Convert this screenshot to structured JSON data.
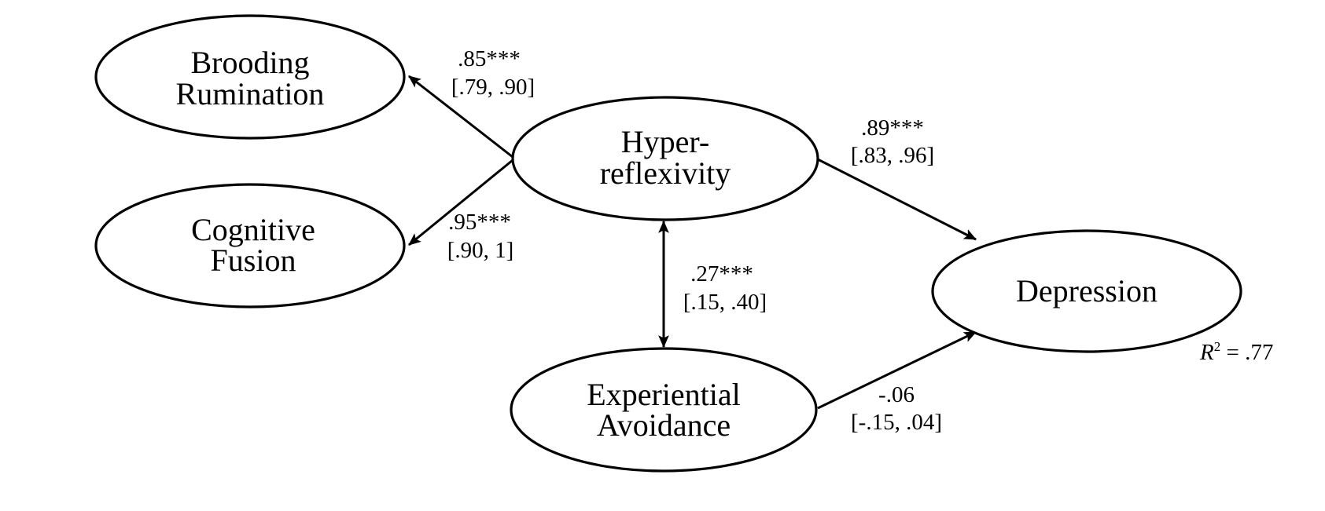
{
  "nodes": {
    "brooding_rumination": {
      "line1": "Brooding",
      "line2": "Rumination"
    },
    "cognitive_fusion": {
      "line1": "Cognitive",
      "line2": "Fusion"
    },
    "hyperreflexivity": {
      "line1": "Hyper-",
      "line2": "reflexivity"
    },
    "experiential_avoidance": {
      "line1": "Experiential",
      "line2": "Avoidance"
    },
    "depression": {
      "label": "Depression"
    }
  },
  "paths": {
    "hyper_to_brooding": {
      "estimate": ".85***",
      "ci": "[.79, .90]"
    },
    "hyper_to_fusion": {
      "estimate": ".95***",
      "ci": "[.90, 1]"
    },
    "hyper_to_depression": {
      "estimate": ".89***",
      "ci": "[.83, .96]"
    },
    "hyper_with_avoidance": {
      "estimate": ".27***",
      "ci": "[.15, .40]"
    },
    "avoidance_to_depression": {
      "estimate": "-.06",
      "ci": "[-.15, .04]"
    }
  },
  "r_squared": {
    "symbol": "R",
    "superscript": "2",
    "value": " = .77"
  },
  "colors": {
    "stroke": "#000000",
    "background": "#ffffff"
  }
}
